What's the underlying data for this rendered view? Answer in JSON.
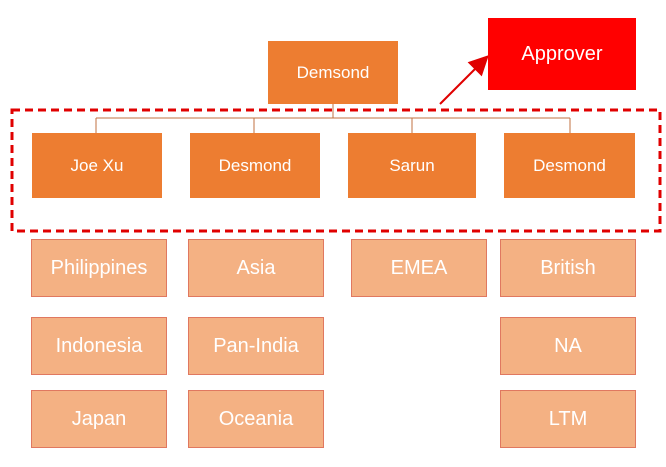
{
  "colors": {
    "manager": "#ed7d31",
    "region": "#f4b183",
    "region_border": "#e07860",
    "approver": "#ff0000",
    "connector": "#c07040",
    "highlight": "#e00000"
  },
  "approver": {
    "label": "Approver"
  },
  "root": {
    "label": "Demsond"
  },
  "managers": [
    {
      "label": "Joe Xu"
    },
    {
      "label": "Desmond"
    },
    {
      "label": "Sarun"
    },
    {
      "label": "Desmond"
    }
  ],
  "regions": [
    [
      "Philippines",
      "Indonesia",
      "Japan"
    ],
    [
      "Asia",
      "Pan-India",
      "Oceania"
    ],
    [
      "EMEA"
    ],
    [
      "British",
      "NA",
      "LTM"
    ]
  ]
}
